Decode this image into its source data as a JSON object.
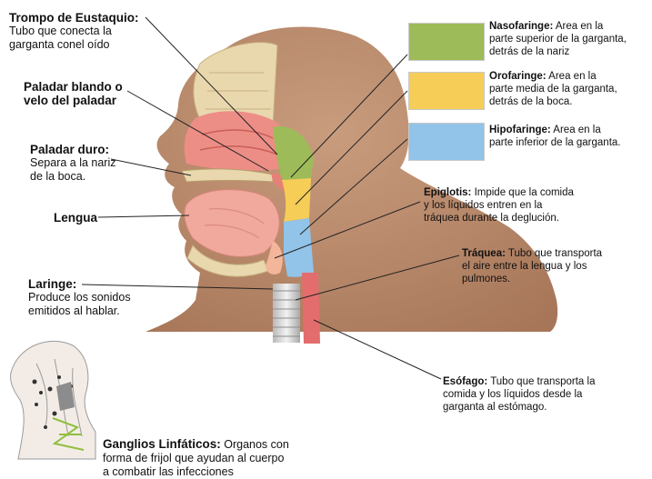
{
  "labels": {
    "trompo": {
      "title": "Trompo de Eustaquio:",
      "desc_1": "Tubo que conecta la",
      "desc_2": "garganta conel oído"
    },
    "paladar_blando": {
      "title_1": "Paladar blando o",
      "title_2": "velo del paladar"
    },
    "paladar_duro": {
      "title": "Paladar duro:",
      "desc_1": "Separa a la nariz",
      "desc_2": "de la boca."
    },
    "lengua": {
      "title": "Lengua"
    },
    "laringe": {
      "title": "Laringe:",
      "desc_1": "Produce los sonidos",
      "desc_2": "emitidos al hablar."
    },
    "nasofaringe": {
      "title": "Nasofaringe:",
      "desc_1": " Area en la",
      "desc_2": "parte superior de la  garganta,",
      "desc_3": "detrás de la nariz"
    },
    "orofaringe": {
      "title": "Orofaringe:",
      "desc_1": " Area en la",
      "desc_2": "parte media de la garganta,",
      "desc_3": "detrás de la boca."
    },
    "hipofaringe": {
      "title": "Hipofaringe:",
      "desc_1": " Area en la",
      "desc_2": "parte inferior de la  garganta."
    },
    "epiglotis": {
      "title": "Epiglotis:",
      "desc_1": " Impide que la comida",
      "desc_2": "y los líquidos entren en la",
      "desc_3": "tráquea durante la deglución."
    },
    "traquea": {
      "title": "Tráquea:",
      "desc_1": " Tubo que transporta",
      "desc_2": "el aire entre la lengua y los",
      "desc_3": "pulmones."
    },
    "esofago": {
      "title": "Esófago:",
      "desc_1": " Tubo que transporta la",
      "desc_2": "comida y los líquidos desde la",
      "desc_3": "garganta al estómago."
    },
    "ganglios": {
      "title": "Ganglios Linfáticos:",
      "desc_1": " Organos con",
      "desc_2": "forma de frijol que ayudan al cuerpo",
      "desc_3": "a combatir las infecciones"
    }
  },
  "colors": {
    "skin": "#b98a6c",
    "nasofaringe": "#9dbb58",
    "orofaringe": "#f5cd57",
    "hipofaringe": "#92c3e8",
    "tissue_pink": "#e8877e",
    "tongue": "#f0a99c",
    "bone": "#e9d8ae"
  },
  "icons": [
    "head-cross-section-illustration",
    "lymph-nodes-neck-illustration"
  ]
}
